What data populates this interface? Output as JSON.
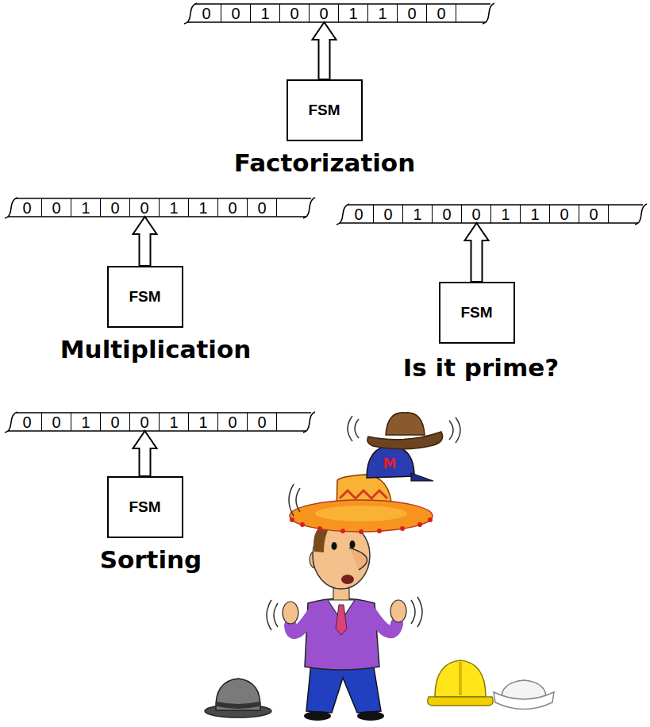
{
  "diagram": {
    "nodes": [
      {
        "text": [
          "0"
        ]
      },
      {
        "text": [
          "0"
        ]
      },
      {
        "text": [
          "1"
        ]
      },
      {
        "text": [
          "0"
        ]
      },
      {
        "text": [
          "0"
        ]
      },
      {
        "text": [
          "1"
        ]
      },
      {
        "text": [
          "1"
        ]
      },
      {
        "text": [
          "0"
        ]
      },
      {
        "text": [
          "0"
        ]
      },
      {
        "text": [
          "FSM"
        ]
      },
      {
        "text": [
          "0"
        ]
      },
      {
        "text": [
          "0"
        ]
      },
      {
        "text": [
          "1"
        ]
      },
      {
        "text": [
          "0"
        ]
      },
      {
        "text": [
          "0"
        ]
      },
      {
        "text": [
          "1"
        ]
      },
      {
        "text": [
          "1"
        ]
      },
      {
        "text": [
          "0"
        ]
      },
      {
        "text": [
          "0"
        ]
      },
      {
        "text": [
          "0"
        ]
      },
      {
        "text": [
          "0"
        ]
      },
      {
        "text": [
          "1"
        ]
      },
      {
        "text": [
          "0"
        ]
      },
      {
        "text": [
          "0"
        ]
      },
      {
        "text": [
          "1"
        ]
      },
      {
        "text": [
          "1"
        ]
      },
      {
        "text": [
          "0"
        ]
      },
      {
        "text": [
          "0"
        ]
      },
      {
        "text": [
          "FSM"
        ]
      },
      {
        "text": [
          "FSM"
        ]
      },
      {
        "text": [
          "0"
        ]
      },
      {
        "text": [
          "0"
        ]
      },
      {
        "text": [
          "1"
        ]
      },
      {
        "text": [
          "0"
        ]
      },
      {
        "text": [
          "0"
        ]
      },
      {
        "text": [
          "1"
        ]
      },
      {
        "text": [
          "1"
        ]
      },
      {
        "text": [
          "0"
        ]
      },
      {
        "text": [
          "0"
        ]
      },
      {
        "text": [
          "FSM"
        ]
      }
    ],
    "edges": [
      {
        "from": 9,
        "to": 4,
        "arrow": "to"
      },
      {
        "from": 28,
        "to": 14,
        "arrow": "to"
      },
      {
        "from": 29,
        "to": 23,
        "arrow": "to"
      },
      {
        "from": 39,
        "to": 34,
        "arrow": "to"
      }
    ],
    "labels": [
      "Factorization",
      "Multiplication",
      "Is it prime?",
      "Sorting",
      "M"
    ]
  }
}
